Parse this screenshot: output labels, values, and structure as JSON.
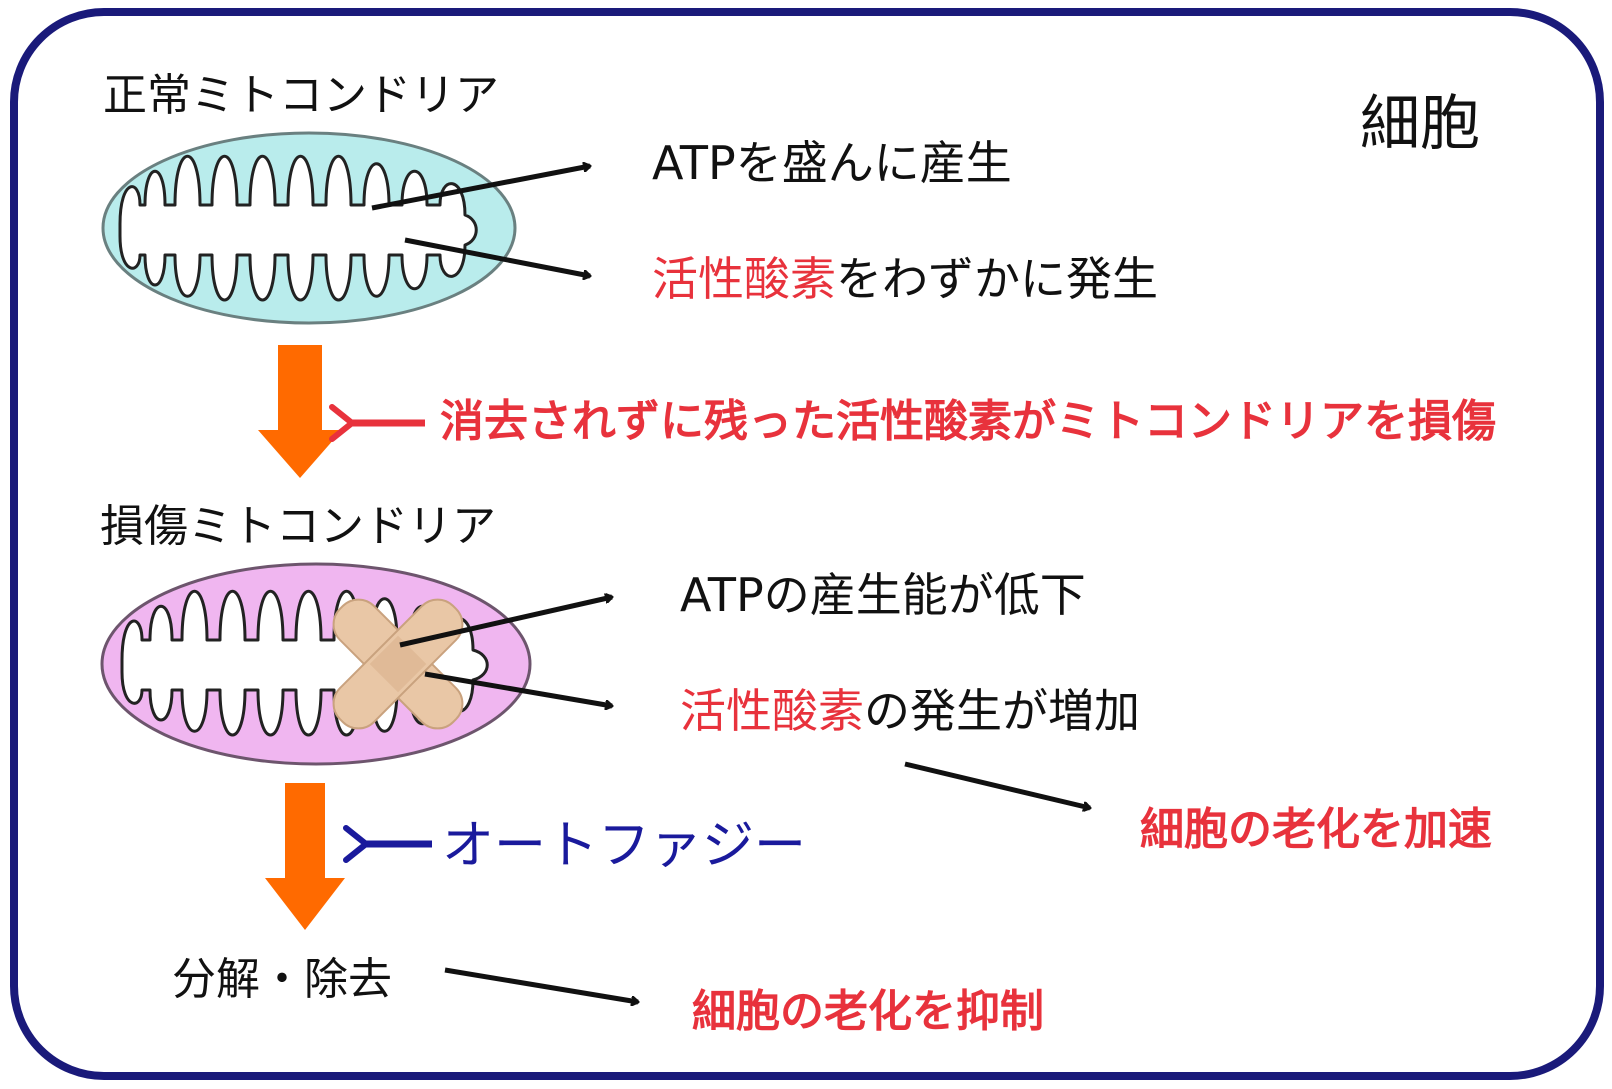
{
  "cell_label": "細胞",
  "normal": {
    "title": "正常ミトコンドリア",
    "atp_text": "ATPを盛んに産生",
    "ros_keyword": "活性酸素",
    "ros_rest": "をわずかに発生"
  },
  "transition_damage": "消去されずに残った活性酸素がミトコンドリアを損傷",
  "damaged": {
    "title": "損傷ミトコンドリア",
    "atp_text": "ATPの産生能が低下",
    "ros_keyword": "活性酸素",
    "ros_rest": "の発生が増加"
  },
  "accelerate_aging": "細胞の老化を加速",
  "autophagy": "オートファジー",
  "removal": "分解・除去",
  "suppress_aging": "細胞の老化を抑制",
  "colors": {
    "frame": "#1a1a7a",
    "normal_mito": "#b9ecec",
    "damaged_mito": "#f0b6f0",
    "orange_arrow": "#ff6a00",
    "red_text": "#e8323c",
    "blue_text": "#1a1a9c",
    "bandage": "#e9c7a6"
  }
}
